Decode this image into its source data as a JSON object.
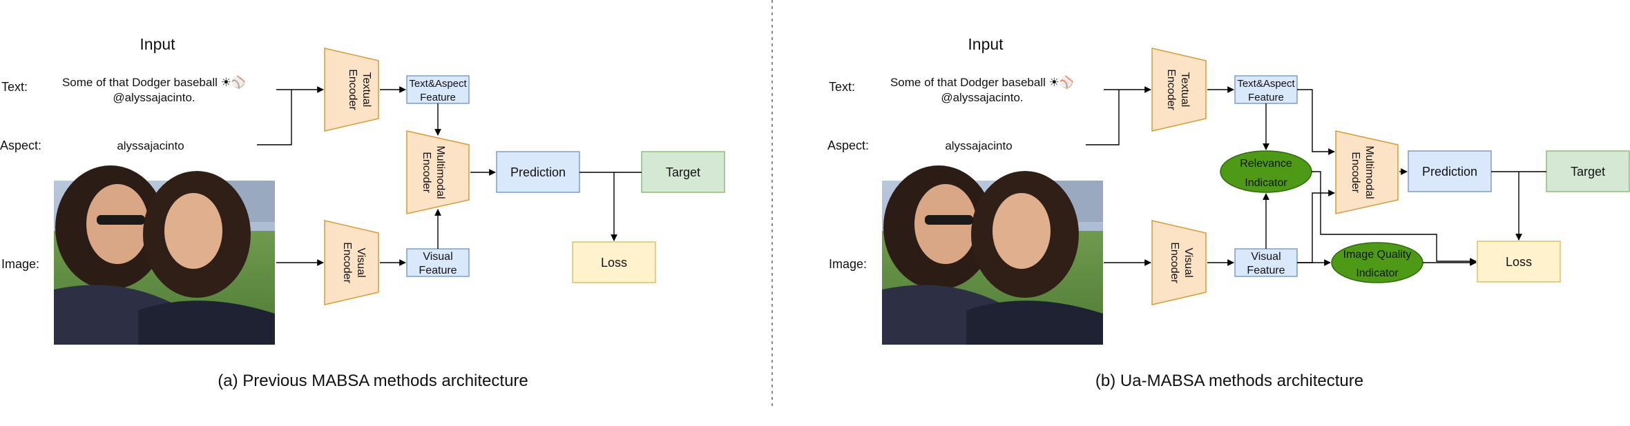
{
  "left_panel": {
    "input_title": "Input",
    "text_label": "Text:",
    "text_value": [
      "Some of that Dodger baseball ☀⚾",
      "@alyssajacinto."
    ],
    "aspect_label": "Aspect:",
    "aspect_value": "alyssajacinto",
    "image_label": "Image:",
    "textual_encoder": [
      "Textual",
      "Encoder"
    ],
    "text_aspect_feature": [
      "Text&Aspect",
      "Feature"
    ],
    "multimodal_encoder": [
      "Multimodal",
      "Encoder"
    ],
    "visual_encoder": [
      "Visual",
      "Encoder"
    ],
    "visual_feature": [
      "Visual",
      "Feature"
    ],
    "prediction": "Prediction",
    "target": "Target",
    "loss": "Loss",
    "caption": "(a) Previous MABSA methods architecture"
  },
  "right_panel": {
    "input_title": "Input",
    "text_label": "Text:",
    "text_value": [
      "Some of that Dodger baseball ☀⚾",
      "@alyssajacinto."
    ],
    "aspect_label": "Aspect:",
    "aspect_value": "alyssajacinto",
    "image_label": "Image:",
    "textual_encoder": [
      "Textual",
      "Encoder"
    ],
    "text_aspect_feature": [
      "Text&Aspect",
      "Feature"
    ],
    "relevance_indicator": [
      "Relevance",
      "Indicator"
    ],
    "multimodal_encoder": [
      "Multimodal",
      "Encoder"
    ],
    "visual_encoder": [
      "Visual",
      "Encoder"
    ],
    "visual_feature": [
      "Visual",
      "Feature"
    ],
    "image_quality_indicator": [
      "Image Quality",
      "Indicator"
    ],
    "prediction": "Prediction",
    "target": "Target",
    "loss": "Loss",
    "caption": "(b) Ua-MABSA methods architecture"
  },
  "colors": {
    "encoder_fill": "#fde3c6",
    "encoder_stroke": "#d79b3a",
    "feature_fill": "#dae8fc",
    "feature_stroke": "#6c8ebf",
    "prediction_fill": "#dae8fc",
    "target_fill": "#d5e8d4",
    "target_stroke": "#82b366",
    "loss_fill": "#fff2cc",
    "loss_stroke": "#d6b656",
    "indicator_fill": "#4e9a16",
    "indicator_stroke": "#2d6a0b"
  }
}
